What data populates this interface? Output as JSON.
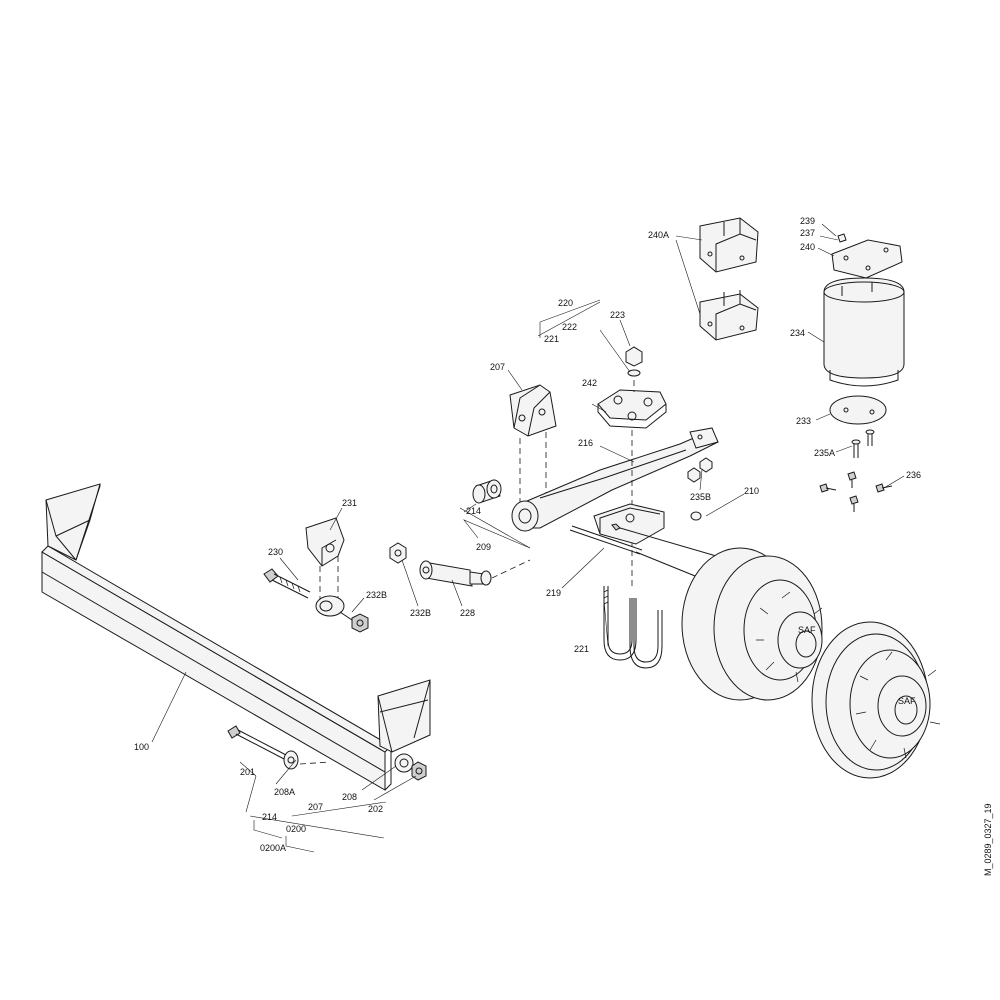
{
  "drawing": {
    "document_id": "M_0289_0327_19",
    "labels": {
      "l100": "100",
      "l201": "201",
      "l202": "202",
      "l207a": "207",
      "l207b": "207",
      "l208": "208",
      "l208A": "208A",
      "l209": "209",
      "l210": "210",
      "l214a": "214",
      "l214b": "214",
      "l216": "216",
      "l219": "219",
      "l220": "220",
      "l221a": "221",
      "l221b": "221",
      "l222": "222",
      "l223": "223",
      "l228": "228",
      "l230": "230",
      "l231": "231",
      "l232Ba": "232B",
      "l232Bb": "232B",
      "l233": "233",
      "l234": "234",
      "l235A": "235A",
      "l235B": "235B",
      "l236": "236",
      "l237": "237",
      "l239": "239",
      "l240": "240",
      "l240A": "240A",
      "l242": "242",
      "l0200": "0200",
      "l0200A": "0200A",
      "hub_mark": "SAF"
    }
  }
}
